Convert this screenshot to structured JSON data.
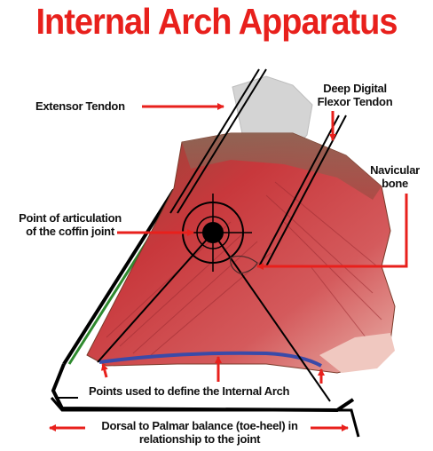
{
  "title": "Internal Arch Apparatus",
  "labels": {
    "extensor_tendon": "Extensor Tendon",
    "deep_digital_flexor_line1": "Deep Digital",
    "deep_digital_flexor_line2": "Flexor Tendon",
    "navicular_line1": "Navicular",
    "navicular_line2": "bone",
    "articulation_line1": "Point of articulation",
    "articulation_line2": "of the coffin joint",
    "points_arch": "Points used to define the Internal Arch",
    "balance_line1": "Dorsal to Palmar balance (toe-heel) in",
    "balance_line2": "relationship to the joint"
  },
  "colors": {
    "title": "#e8201c",
    "arrow": "#e8201c",
    "hoof_red": "#c0343a",
    "hoof_dark": "#7a3a2a",
    "tendon_gray": "#d8d8d8",
    "sole_blue": "#3a4aa8",
    "outline": "#000000"
  }
}
